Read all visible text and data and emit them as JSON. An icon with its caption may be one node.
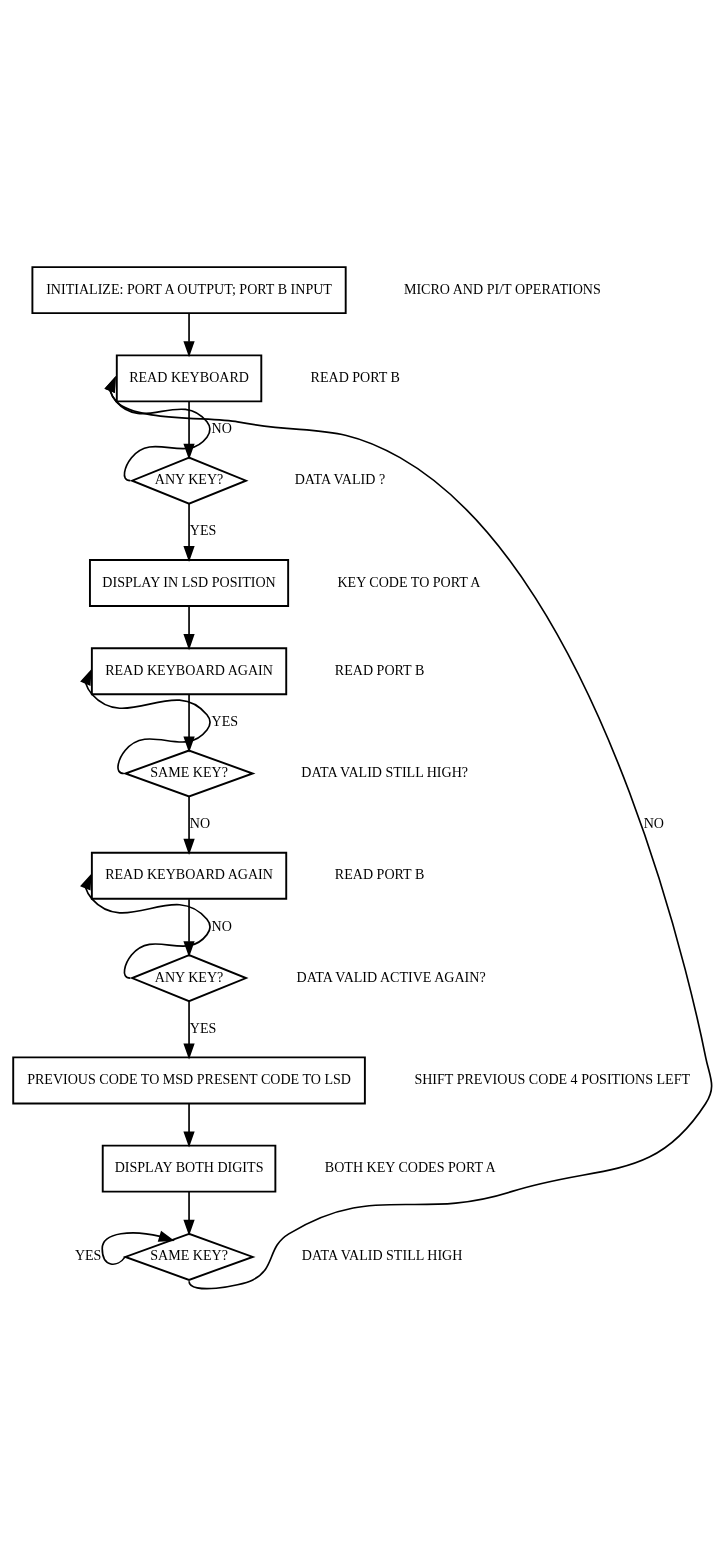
{
  "diagram": {
    "nodes": [
      {
        "text": [
          "INITIALIZE: PORT A OUTPUT; PORT B INPUT"
        ]
      },
      {
        "text": [
          "READ KEYBOARD"
        ],
        "beside": [
          "READ PORT B"
        ]
      },
      {
        "text": [
          "ANY KEY?"
        ],
        "beside": [
          "DATA VALID ?"
        ]
      },
      {
        "text": [
          "DISPLAY IN LSD POSITION"
        ],
        "beside": [
          "KEY CODE TO PORT A"
        ]
      },
      {
        "text": [
          "READ KEYBOARD AGAIN"
        ],
        "beside": [
          "READ PORT B"
        ]
      },
      {
        "text": [
          "SAME KEY?"
        ],
        "beside": [
          "DATA VALID STILL HIGH?"
        ]
      },
      {
        "text": [
          "READ KEYBOARD AGAIN"
        ],
        "beside": [
          "READ PORT B"
        ]
      },
      {
        "text": [
          "ANY KEY?"
        ],
        "beside": [
          "DATA VALID ACTIVE AGAIN?"
        ]
      },
      {
        "text": [
          "PREVIOUS CODE TO MSD PRESENT CODE TO LSD"
        ],
        "beside": [
          "SHIFT PREVIOUS CODE 4 POSITIONS LEFT"
        ]
      },
      {
        "text": [
          "DISPLAY BOTH DIGITS"
        ],
        "beside": [
          "BOTH KEY CODES PORT A"
        ]
      },
      {
        "text": [
          "SAME KEY?"
        ],
        "beside": [
          "DATA VALID STILL HIGH"
        ]
      }
    ],
    "edges": [
      {
        "from": 0,
        "to": 1,
        "arrow": "to"
      },
      {
        "from": 1,
        "to": 2,
        "arrow": "to"
      },
      {
        "from": 2,
        "to": 1,
        "label": "NO",
        "arrow": "to"
      },
      {
        "from": 2,
        "to": 3,
        "label": "YES",
        "arrow": "to"
      },
      {
        "from": 3,
        "to": 4,
        "arrow": "to"
      },
      {
        "from": 4,
        "to": 5,
        "arrow": "to"
      },
      {
        "from": 5,
        "to": 4,
        "label": "YES",
        "arrow": "to"
      },
      {
        "from": 5,
        "to": 6,
        "label": "NO",
        "arrow": "to"
      },
      {
        "from": 6,
        "to": 7,
        "arrow": "to"
      },
      {
        "from": 7,
        "to": 6,
        "label": "NO",
        "arrow": "to"
      },
      {
        "from": 7,
        "to": 8,
        "label": "YES",
        "arrow": "to"
      },
      {
        "from": 8,
        "to": 9,
        "arrow": "to"
      },
      {
        "from": 9,
        "to": 10,
        "arrow": "to"
      },
      {
        "from": 10,
        "to": 10,
        "label": "YES",
        "arrow": "to"
      },
      {
        "from": 10,
        "to": 1,
        "label": "NO",
        "arrow": "to"
      }
    ],
    "labels": [
      "MICRO AND PI/T OPERATIONS"
    ]
  }
}
